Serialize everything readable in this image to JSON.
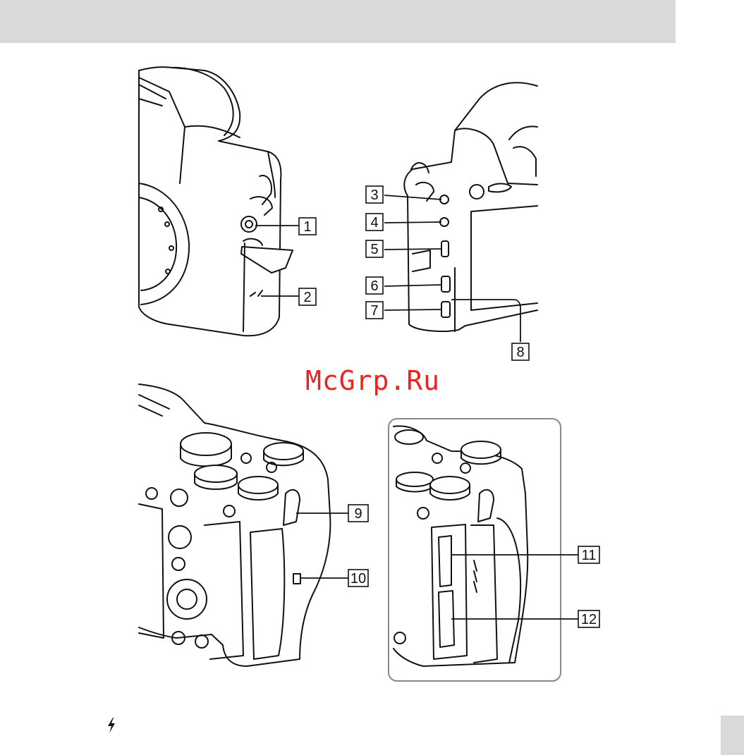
{
  "header": {},
  "watermark": {
    "text": "McGrp.Ru"
  },
  "figures": {
    "fig1": {
      "callouts": [
        "1",
        "2"
      ]
    },
    "fig2": {
      "callouts": [
        "3",
        "4",
        "5",
        "6",
        "7",
        "8"
      ]
    },
    "fig3": {
      "callouts": [
        "9",
        "10"
      ]
    },
    "fig4": {
      "callouts": [
        "11",
        "12"
      ]
    }
  },
  "footer": {
    "icon": "flash-icon"
  }
}
